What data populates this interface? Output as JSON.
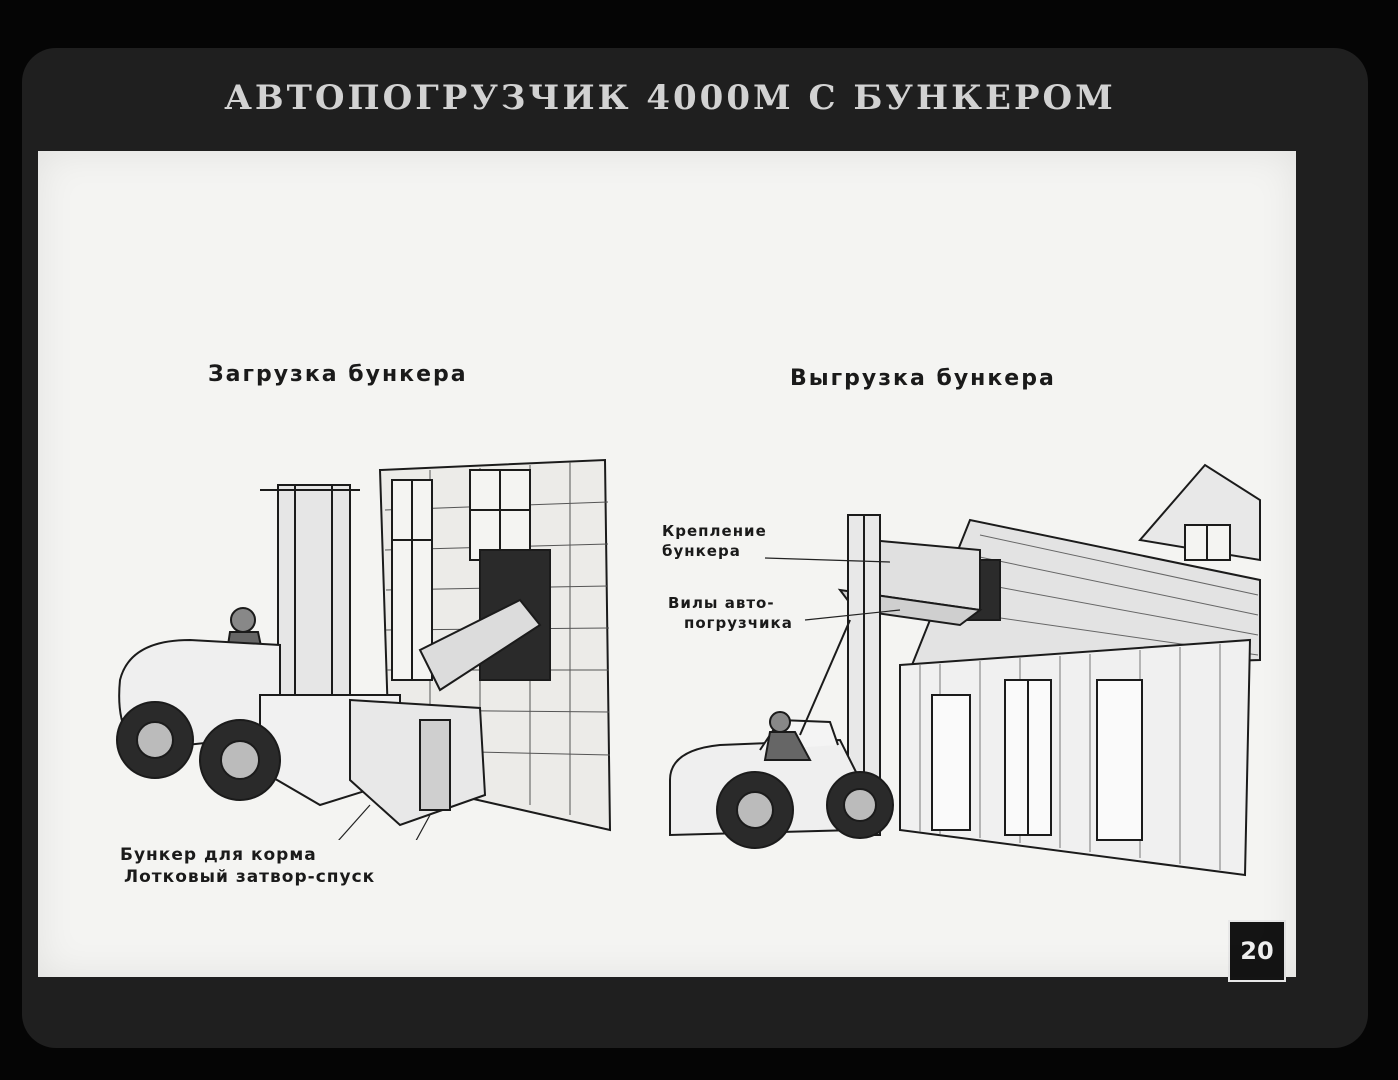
{
  "slide": {
    "title": "АВТОПОГРУЗЧИК 4000М С БУНКЕРОМ",
    "page_number": "20"
  },
  "left": {
    "heading": "Загрузка бункера",
    "label_bunker": "Бункер для корма",
    "label_gate": "Лотковый затвор-спуск"
  },
  "right": {
    "heading": "Выгрузка бункера",
    "label_mount_1": "Крепление",
    "label_mount_2": "бункера",
    "label_forks_1": "Вилы авто-",
    "label_forks_2": "погрузчика"
  }
}
